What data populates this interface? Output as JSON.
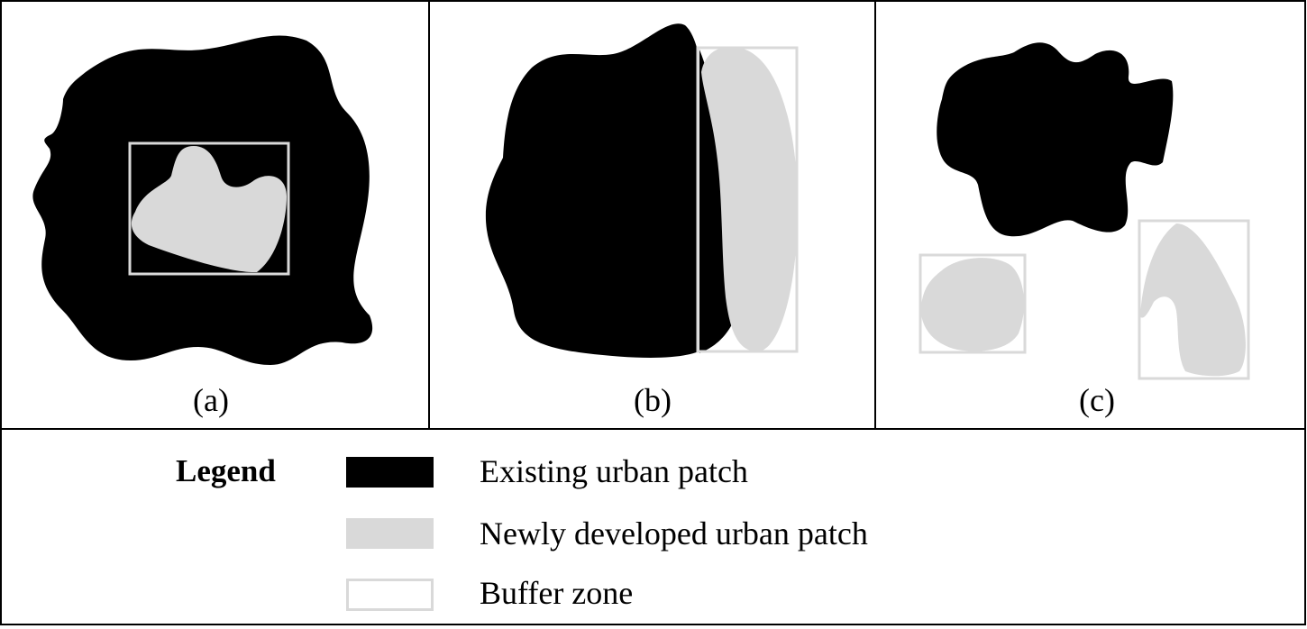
{
  "panels": [
    {
      "label": "(a)"
    },
    {
      "label": "(b)"
    },
    {
      "label": "(c)"
    }
  ],
  "legend": {
    "title": "Legend",
    "items": [
      {
        "label": "Existing urban patch",
        "color": "#000000",
        "symbol": "filled-black"
      },
      {
        "label": "Newly developed urban patch",
        "color": "#d9d9d9",
        "symbol": "filled-grey"
      },
      {
        "label": "Buffer zone",
        "color": "#d9d9d9",
        "symbol": "outline-grey"
      }
    ]
  },
  "colors": {
    "existing": "#000000",
    "newly": "#d9d9d9",
    "buffer": "#d9d9d9",
    "frame": "#000000"
  }
}
